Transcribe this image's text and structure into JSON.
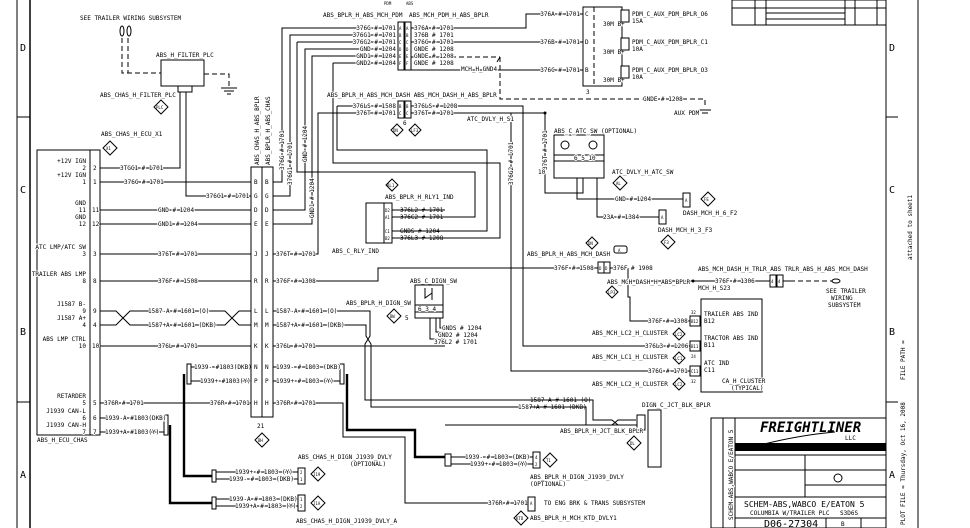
{
  "zones": {
    "left": [
      "D",
      "C",
      "B",
      "A"
    ],
    "right": [
      "D",
      "C",
      "B",
      "A"
    ]
  },
  "filter": {
    "see_trailer": "SEE TRAILER WIRING SUBSYSTEM",
    "name": "ABS_H_FILTER_PLC",
    "chas": "ABS_CHAS_H_FILTER_PLC",
    "tag": "PLC"
  },
  "ecu": {
    "connector": "ABS_CHAS_H_ECU_X1",
    "tag": "X1",
    "name": "ABS_H_ECU_CHAS",
    "pins": [
      {
        "label": "+12V IGN",
        "num": "2"
      },
      {
        "label": "+12V IGN",
        "num": "1"
      },
      {
        "label": "GND",
        "num": "11"
      },
      {
        "label": "GND",
        "num": "12"
      },
      {
        "label": "ATC LMP/ATC SW",
        "num": "3"
      },
      {
        "label": "TRAILER ABS LMP",
        "num": "8"
      },
      {
        "label": "J1587 B-",
        "num": "9"
      },
      {
        "label": "J1587 A+",
        "num": "4"
      },
      {
        "label": "ABS LMP CTRL",
        "num": "10"
      },
      {
        "label": "RETARDER",
        "num": "5"
      },
      {
        "label": "J1939 CAN-L",
        "num": "6"
      },
      {
        "label": "J1939 CAN-H",
        "num": "7"
      }
    ],
    "wires": [
      "3TGC1 # 1701",
      "376C # 1701",
      "376C1 # 1701",
      "GND # 1204",
      "GND1 # 1204",
      "376T # 1701",
      "376F # 1508",
      "1587-A # 1601 (O)",
      "1587+A # 1601 (DKB)",
      "376L # 1701",
      "1939- #1803(DKB)",
      "1939+ #1803(Y)",
      "376R # 1701",
      "1939-A #1803(DKB)",
      "1939+A #1803(Y)"
    ]
  },
  "bplr": {
    "left_name": "ABS_CHAS_H_ABS_BPLR",
    "right_name": "ABS_BPLR_H_ABS_CHAS",
    "pins": [
      "B",
      "G",
      "D",
      "E",
      "J",
      "R",
      "L",
      "M",
      "K",
      "N",
      "P",
      "H"
    ],
    "count": "21",
    "tag": "BH",
    "wires": [
      "376F # 1308",
      "1587-A # 1601 (O)",
      "1587+A # 1601 (DKB)",
      "376L # 1701",
      "1939- # 1803 (DKB)",
      "1939+ # 1803 (Y)",
      "376R # 1701",
      "376T # 1701"
    ],
    "vertical": [
      "376G # 1701",
      "376G1 # 1701",
      "GND # 1204",
      "GND1 # 1204"
    ]
  },
  "pdm_conn": {
    "tags": [
      "PDM",
      "ABS"
    ],
    "left_name": "ABS_BPLR_H_ABS_MCH_PDM",
    "right_name": "ABS_MCH_PDM_H_ABS_BPLR",
    "pins": [
      "A",
      "B",
      "C",
      "D",
      "E",
      "F"
    ],
    "left": [
      "376G # 1701",
      "376G1 # 1701",
      "376G2 # 1701",
      "GND # 1204",
      "GND1 # 1204",
      "GND2 # 1204"
    ],
    "right": [
      "376A # 1701",
      "376B # 1701",
      "376C # 1701",
      "GNDE # 1208",
      "GNDE # 1208",
      "GNDE # 1208"
    ],
    "ground": "MCH_H_GND4"
  },
  "pdm": {
    "pins": [
      "C",
      "D",
      "B"
    ],
    "wires": [
      "376A # 1701",
      "376B # 1701",
      "376C # 1701"
    ],
    "inner": "30M B+",
    "fuses": [
      {
        "name": "PDM_C_AUX_PDM_BPLR_O6",
        "rating": "15A"
      },
      {
        "name": "PDM_C_AUX_PDM_BPLR_C1",
        "rating": "10A"
      },
      {
        "name": "PDM_C_AUX_PDM_BPLR_O3",
        "rating": "10A"
      }
    ],
    "pin_count": "3",
    "gnd_wire": "GNDE # 1208",
    "aux": "AUX PDM"
  },
  "dash_conn": {
    "header": "ABS_BPLR_H_ABS_MCH_DASH ABS_MCH_DASH_H_ABS_BPLR",
    "pins": [
      "B",
      "C"
    ],
    "left": [
      "376LS # 1508",
      "376T # 1701"
    ],
    "right": [
      "376LS # 1208",
      "376T # 1701"
    ],
    "count": "6",
    "tags": [
      "DN",
      "LF3"
    ],
    "splice": "ATC_DVLY_H_S1",
    "vertical": [
      "376G2 # 1701",
      "376T # 1701"
    ]
  },
  "atc_sw": {
    "name": "ABS_C_ATC_SW (OPTIONAL)",
    "pins": "6 5   10",
    "pin10": "10",
    "conn": "ATC_DVLY_H_ATC_SW",
    "tag": "AL",
    "gnd_wire": "GND # 1204",
    "f2": "DASH_MCH_H_6_F2",
    "f2_tag": "FE",
    "wire23": "23A # 1384",
    "f3": "DASH_MCH_H_3_F3",
    "f3_tag": "F3",
    "pin_a": "A"
  },
  "relay": {
    "tag": "RL1",
    "conn": "ABS_BPLR_H_RLY1_IND",
    "name": "ABS_C_RLY_IND",
    "pins": [
      "D2",
      "A1",
      "C1",
      "B2"
    ],
    "wires": [
      "376L2 # 1701",
      "376C2 # 1701",
      "GNDS # 1204",
      "376L3 # 1208"
    ]
  },
  "dash2": {
    "tag": "DN",
    "box": "A",
    "name": "ABS_BPLR_H_ABS_MCH_DASH",
    "pin": "D",
    "left": "376F # 1508",
    "right": "376F # 1908",
    "mch": "ABS_MCH_DASH_H_ABS_BPLR",
    "tag2": "LP3",
    "trlr_header": "ABS_MCH_DASH_H_TRLR_ABS TRLR_ABS_H_ABS_MCH_DASH",
    "splice": "MCH_H_S23",
    "trlr_wire": "376F # 1306",
    "trlr_pin": "4",
    "see": [
      "SEE TRAILER",
      "WIRING",
      "SUBSYSTEM"
    ]
  },
  "cluster": {
    "items": [
      {
        "label": "TRAILER ABS IND",
        "pin": "B12",
        "wire": "376F # 1308",
        "conn": "ABS_MCH_LC2_H_CLUSTER",
        "tag": "LC2",
        "count": "32"
      },
      {
        "label": "TRACTOR ABS IND",
        "pin": "B11",
        "wire": "376L3 # 1206",
        "conn": "ABS_MCH_LC1_H_CLUSTER",
        "tag": "LC1",
        "count": "24"
      },
      {
        "label": "ATC IND",
        "pin": "C11",
        "wire": "376G # 1701",
        "conn": "ABS_MCH_LC2_H_CLUSTER",
        "tag": "LC2",
        "count": "32"
      }
    ],
    "name": "CA_H_CLUSTER",
    "sub": "(TYPICAL)"
  },
  "diag_sw": {
    "name": "ABS_C_DIGN_SW",
    "conn": "ABS_BPLR_H_DIGN_SW",
    "tag": "BW",
    "pins": "6 3 4",
    "count": "5",
    "wires": [
      "GNDS # 1204",
      "GND2 # 1204",
      "376L2 # 1701"
    ]
  },
  "jct": {
    "wires": [
      "1587-A # 1601 (O)",
      "1587+A # 1601 (DKB)"
    ],
    "name": "DIGN_C_JCT_BLK_BPLR",
    "conn": "ABS_BPLR_H_JCT_BLK_BPLR",
    "tag": "DL"
  },
  "j1939": {
    "chas_name": "ABS_CHAS_H_DIGN_J1939_DVLY",
    "optional": "(OPTIONAL)",
    "chas_wires": [
      "1939+ # 1803 (Y)",
      "1939- # 1803 (DKB)"
    ],
    "chas_tag": "J19",
    "chas_a_wires": [
      "1939-A # 1803 (DKB)",
      "1939+A # 1803 (Y)"
    ],
    "chas_a_tag": "J1A",
    "chas_a_name": "ABS_CHAS_H_DIGN_J1939_DVLY_A",
    "bplr_wires": [
      "1939- # 1803 (DKB)",
      "1939+ # 1803 (Y)"
    ],
    "bplr_tag": "T1",
    "bplr_name": "ABS_BPLR_H_DIGN_J1939_DVLY",
    "pins": [
      "2",
      "1",
      "1",
      "2",
      "4",
      "2"
    ]
  },
  "ktd": {
    "wire": "376R # 1701",
    "pin": "A",
    "to": "TO ENG BRK & TRANS SUBSYSTEM",
    "tag": "KTD",
    "name": "ABS_BPLR_H_MCH_KTD_DVLY1"
  },
  "title_block": {
    "brand": "FREIGHTLINER",
    "llc": "LLC",
    "side": "SCHEM-ABS,WABCO E/EATON 5",
    "title": "SCHEM-ABS,WABCO E/EATON 5",
    "subtitle": "COLUMBIA W/TRAILER PLC",
    "code": "S3D6S",
    "drawing_no": "D06-27304",
    "rev": "B"
  },
  "margin": {
    "file_path": "FILE PATH =",
    "plot": "PLOT FILE = Thursday, Oct 16, 2008",
    "attached": "attached to sheet1"
  }
}
